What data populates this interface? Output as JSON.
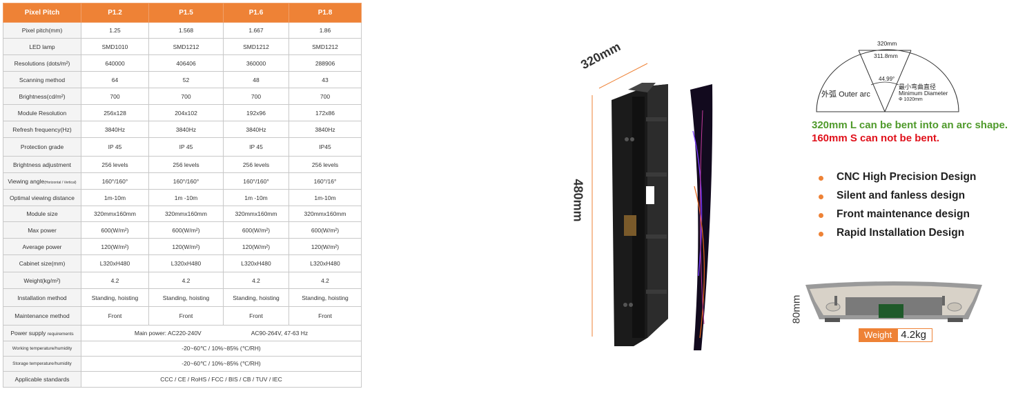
{
  "table": {
    "header": [
      "Pixel Pitch",
      "P1.2",
      "P1.5",
      "P1.6",
      "P1.8"
    ],
    "rows": [
      {
        "label": "Pixel pitch(mm)",
        "values": [
          "1.25",
          "1.568",
          "1.667",
          "1.86"
        ]
      },
      {
        "label": "LED lamp",
        "values": [
          "SMD1010",
          "SMD1212",
          "SMD1212",
          "SMD1212"
        ]
      },
      {
        "label": "Resolutions (dots/m²)",
        "values": [
          "640000",
          "406406",
          "360000",
          "288906"
        ]
      },
      {
        "label": "Scanning method",
        "values": [
          "64",
          "52",
          "48",
          "43"
        ]
      },
      {
        "label": "Brightness(cd/m²)",
        "values": [
          "700",
          "700",
          "700",
          "700"
        ]
      },
      {
        "label": "Module Resolution",
        "values": [
          "256x128",
          "204x102",
          "192x96",
          "172x86"
        ]
      },
      {
        "label": "Refresh frequency(Hz)",
        "values": [
          "3840Hz",
          "3840Hz",
          "3840Hz",
          "3840Hz"
        ]
      },
      {
        "label": "Protection grade",
        "values": [
          "IP 45",
          "IP 45",
          "IP 45",
          "IP45"
        ]
      },
      {
        "label": "Brightness adjustment",
        "values": [
          "256 levels",
          "256 levels",
          "256 levels",
          "256 levels"
        ]
      },
      {
        "label": "Viewing angle",
        "label_small": "(Horizontal / Vertical)",
        "values": [
          "160°/160°",
          "160°/160°",
          "160°/160°",
          "160°/16°"
        ]
      },
      {
        "label": "Optimal viewing distance",
        "values": [
          "1m-10m",
          "1m -10m",
          "1m -10m",
          "1m-10m"
        ]
      },
      {
        "label": "Module size",
        "values": [
          "320mmx160mm",
          "320mmx160mm",
          "320mmx160mm",
          "320mmx160mm"
        ]
      },
      {
        "label": "Max power",
        "values": [
          "600(W/m²)",
          "600(W/m²)",
          "600(W/m²)",
          "600(W/m²)"
        ]
      },
      {
        "label": "Average power",
        "values": [
          "120(W/m²)",
          "120(W/m²)",
          "120(W/m²)",
          "120(W/m²)"
        ]
      },
      {
        "label": "Cabinet size(mm)",
        "values": [
          "L320xH480",
          "L320xH480",
          "L320xH480",
          "L320xH480"
        ]
      },
      {
        "label": "Weight(kg/m²)",
        "values": [
          "4.2",
          "4.2",
          "4.2",
          "4.2"
        ]
      },
      {
        "label": "Installation method",
        "values": [
          "Standing, hoisting",
          "Standing, hoisting",
          "Standing, hoisting",
          "Standing, hoisting"
        ]
      },
      {
        "label": "Maintenance method",
        "values": [
          "Front",
          "Front",
          "Front",
          "Front"
        ]
      }
    ],
    "power_supply": {
      "label": "Power supply",
      "label_small": "requirements",
      "main": "Main power:  AC220-240V",
      "alt": "AC90-264V, 47-63 Hz"
    },
    "working_temp": {
      "label": "Working temperature/humidity",
      "value": "-20~60℃ / 10%~85%  (℃/RH)"
    },
    "storage_temp": {
      "label": "Storage temperature/humidity",
      "value": "-20~60℃ / 10%~85%  (℃/RH)"
    },
    "standards": {
      "label": "Applicable standards",
      "value": "CCC / CE / RoHS / FCC / BIS / CB / TUV / IEC"
    }
  },
  "product": {
    "width_label": "320mm",
    "height_label": "480mm"
  },
  "arc": {
    "outer": "320mm",
    "inner": "311.8mm",
    "angle": "44.99°",
    "outer_arc_cn": "外弧",
    "outer_arc_en": "Outer arc",
    "min_diameter_cn": "最小弯曲直径",
    "min_diameter_en": "Minimum Diameter",
    "diameter": "Φ 1020mm"
  },
  "bend": {
    "ok": "320mm L can be bent into an arc shape.",
    "no": "160mm S can not be bent."
  },
  "features": [
    "CNC High Precision Design",
    "Silent and fanless design",
    "Front maintenance design",
    "Rapid Installation Design"
  ],
  "profile": {
    "height_label": "80mm",
    "weight_label": "Weight",
    "weight_value": "4.2kg"
  },
  "colors": {
    "accent": "#ee8236",
    "green": "#4f9a2b",
    "red": "#e0101a"
  }
}
